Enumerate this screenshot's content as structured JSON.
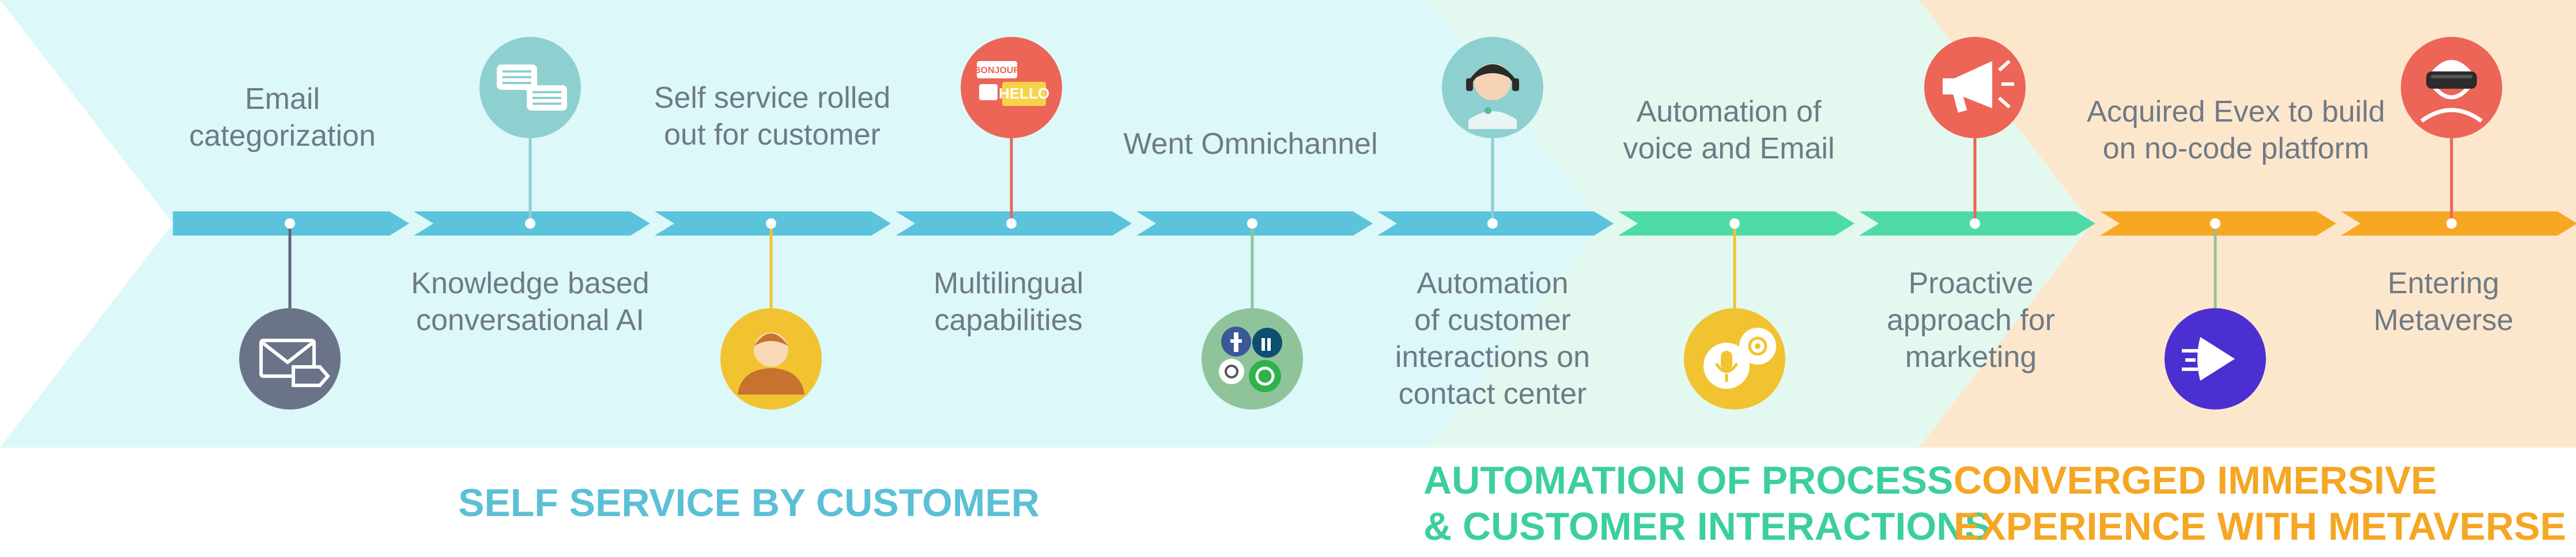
{
  "colors": {
    "phase1_bg": "#dcf8f9",
    "phase2_bg": "#e3f8ef",
    "phase3_bg": "#fde7cc",
    "arrow_blue": "#5bc3db",
    "arrow_green": "#4fdba8",
    "arrow_orange": "#f7a823",
    "text_gray": "#6f7a86",
    "phase1_text": "#5bc0d6",
    "phase2_text": "#3ccf9c",
    "phase3_text": "#f5a623"
  },
  "milestones": [
    {
      "label": "Email\ncategorization",
      "icon": "email-tag-icon"
    },
    {
      "label": "Knowledge based\nconversational AI",
      "icon": "chat-bubbles-icon"
    },
    {
      "label": "Self service rolled\nout for customer",
      "icon": "customer-avatar-icon"
    },
    {
      "label": "Multilingual\ncapabilities",
      "icon": "language-bubbles-icon",
      "badges": [
        "BONJOUR",
        "HELLO"
      ]
    },
    {
      "label": "Went Omnichannel",
      "icon": "social-channels-icon"
    },
    {
      "label": "Automation\nof customer\ninteractions on\ncontact center",
      "icon": "agent-headset-icon"
    },
    {
      "label": "Automation of\nvoice and Email",
      "icon": "voice-email-icon"
    },
    {
      "label": "Proactive\napproach for\nmarketing",
      "icon": "megaphone-icon"
    },
    {
      "label": "Acquired Evex to build\non no-code platform",
      "icon": "evex-logo-icon"
    },
    {
      "label": "Entering\nMetaverse",
      "icon": "vr-headset-icon"
    }
  ],
  "phases": [
    {
      "title": "SELF SERVICE BY CUSTOMER"
    },
    {
      "title": "AUTOMATION OF PROCESS\n& CUSTOMER INTERACTIONS"
    },
    {
      "title": "CONVERGED IMMERSIVE\nEXPERIENCE WITH METAVERSE"
    }
  ]
}
